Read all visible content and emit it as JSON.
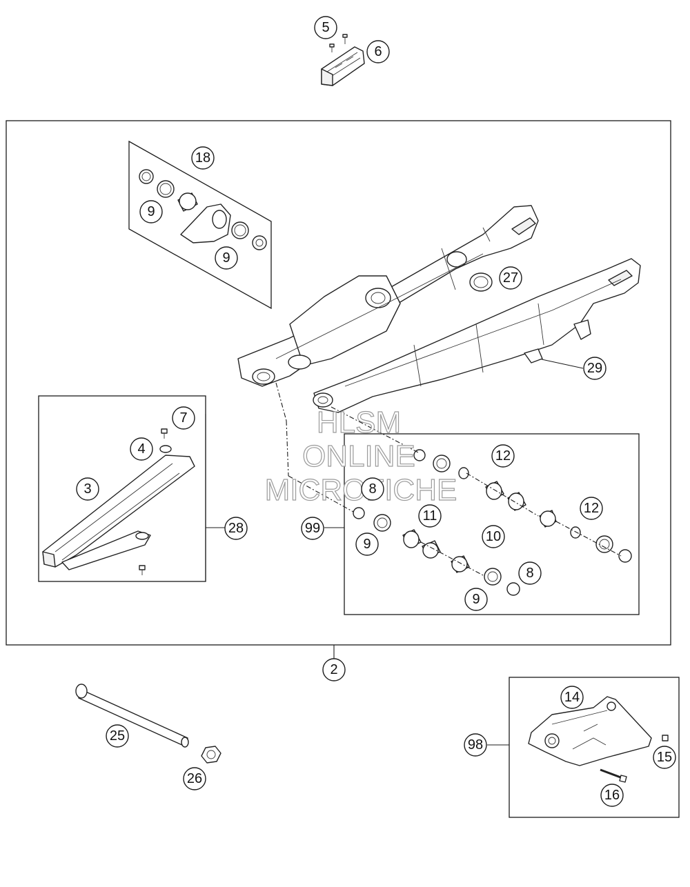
{
  "watermark": {
    "line1": "HLSM",
    "line2": "ONLINE",
    "line3": "MICROFICHE"
  },
  "callouts": {
    "c5": "5",
    "c6": "6",
    "c18": "18",
    "c9a": "9",
    "c9b": "9",
    "c27": "27",
    "c29": "29",
    "c7": "7",
    "c4": "4",
    "c3": "3",
    "c28": "28",
    "c12a": "12",
    "c8a": "8",
    "c99": "99",
    "c11": "11",
    "c12b": "12",
    "c9c": "9",
    "c10": "10",
    "c8b": "8",
    "c9d": "9",
    "c2": "2",
    "c25": "25",
    "c26": "26",
    "c14": "14",
    "c98": "98",
    "c15": "15",
    "c16": "16"
  }
}
